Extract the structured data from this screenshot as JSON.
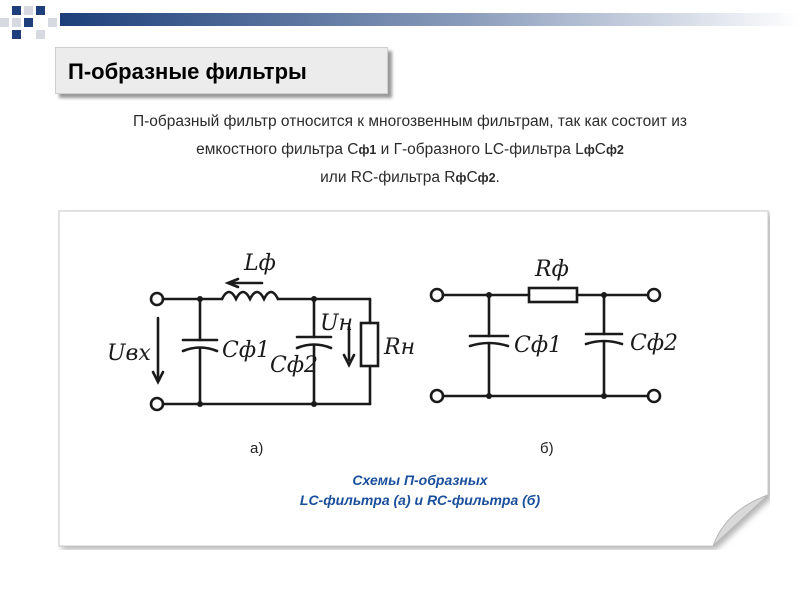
{
  "slide": {
    "title": "П-образные фильтры",
    "intro": {
      "line1": "П-образный фильтр относится к многозвенным фильтрам, так как состоит из",
      "line2_a": "емкостного фильтра С",
      "line2_b": "ф1",
      "line2_c": " и Г-образного LC-фильтра L",
      "line2_d": "ф",
      "line2_e": "С",
      "line2_f": "ф2",
      "line3_a": "или RC-фильтра R",
      "line3_b": "ф",
      "line3_c": "С",
      "line3_d": "ф2",
      "line3_e": "."
    },
    "figure": {
      "label_a": "а)",
      "label_b": "б)",
      "caption_line1": "Схемы  П-образных",
      "caption_line2": "LC-фильтра  (а) и RC-фильтра (б)",
      "circuit_a": {
        "inductor": "Lф",
        "c1": "Cф1",
        "c2": "Cф2",
        "load": "Rн",
        "u_out": "Uн",
        "u_in": "Uвх"
      },
      "circuit_b": {
        "resistor": "Rф",
        "c1": "Cф1",
        "c2": "Cф2"
      }
    }
  },
  "colors": {
    "accent_blue": "#1a4f9c",
    "bar_gradient_start": "#1c3f7a",
    "bar_gradient_end": "#ffffff"
  }
}
